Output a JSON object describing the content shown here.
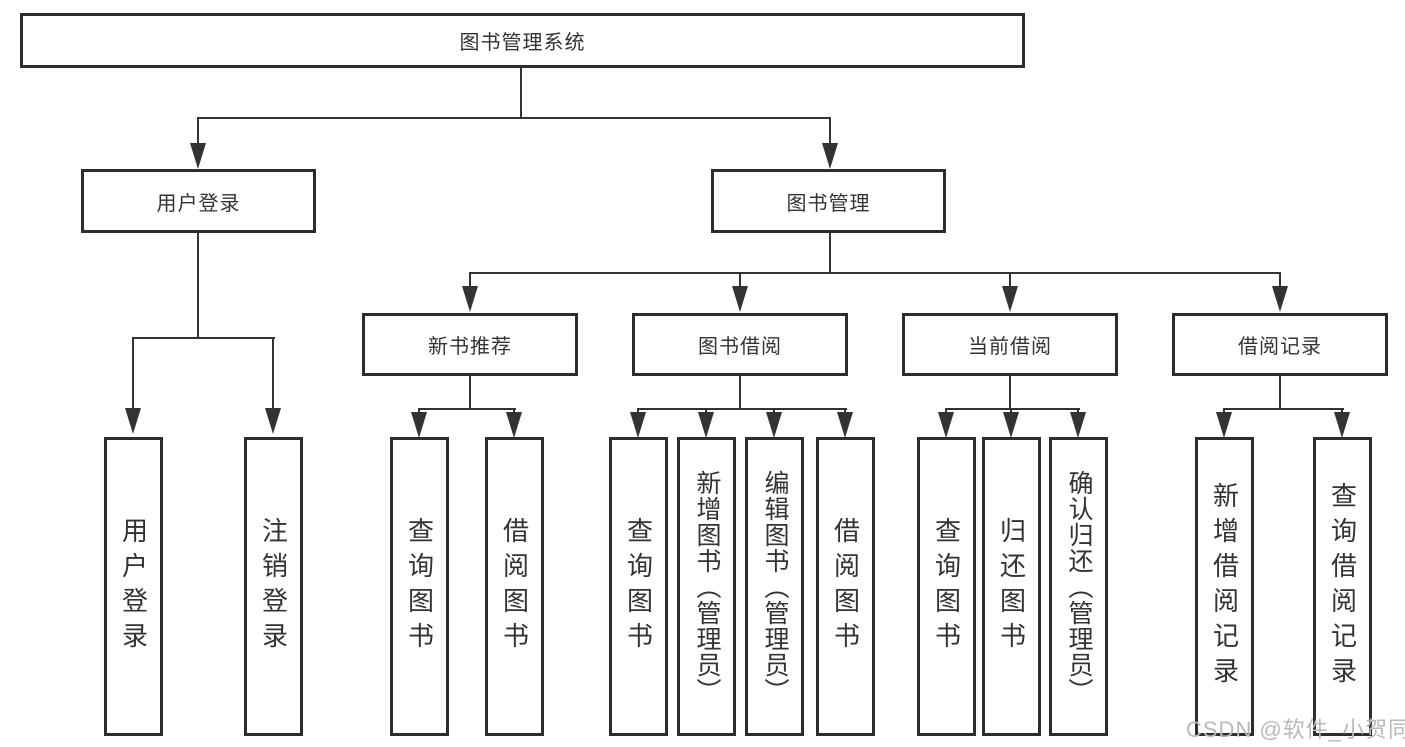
{
  "diagram": {
    "type": "hierarchy-tree",
    "root": {
      "label": "图书管理系统",
      "children": [
        {
          "label": "用户登录",
          "children": [
            {
              "label": "用户登录"
            },
            {
              "label": "注销登录"
            }
          ]
        },
        {
          "label": "图书管理",
          "children": [
            {
              "label": "新书推荐",
              "children": [
                {
                  "label": "查询图书"
                },
                {
                  "label": "借阅图书"
                }
              ]
            },
            {
              "label": "图书借阅",
              "children": [
                {
                  "label": "查询图书"
                },
                {
                  "label": "新增图书（管理员）"
                },
                {
                  "label": "编辑图书（管理员）"
                },
                {
                  "label": "借阅图书"
                }
              ]
            },
            {
              "label": "当前借阅",
              "children": [
                {
                  "label": "查询图书"
                },
                {
                  "label": "归还图书"
                },
                {
                  "label": "确认归还（管理员）"
                }
              ]
            },
            {
              "label": "借阅记录",
              "children": [
                {
                  "label": "新增借阅记录"
                },
                {
                  "label": "查询借阅记录"
                }
              ]
            }
          ]
        }
      ]
    }
  },
  "watermark": {
    "text": "CSDN @软件_小贺同学",
    "color": "#b9b9b9"
  },
  "colors": {
    "background": "#ffffff",
    "box_border": "#2d2d2d",
    "line": "#333333",
    "text": "#333333"
  }
}
